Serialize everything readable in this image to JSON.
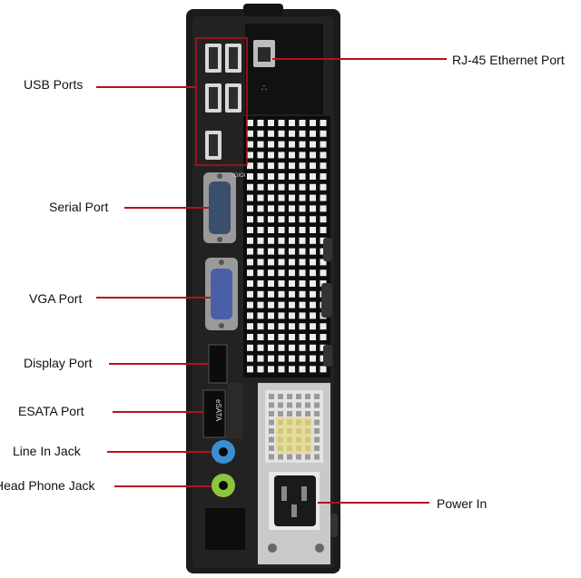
{
  "labels": {
    "usb": "USB Ports",
    "rj45": "RJ-45 Ethernet Port",
    "serial": "Serial Port",
    "vga": "VGA Port",
    "display": "Display Port",
    "esata": "ESATA Port",
    "line_in": "Line In Jack",
    "headphone": "Head Phone Jack",
    "power": "Power In"
  },
  "port_text": {
    "esata_vertical": "eSATA",
    "ioioi": "IOIOI"
  },
  "colors": {
    "leader": "#b5121b",
    "chassis": "#1b1b1b",
    "serial_port": "#3a4f6d",
    "vga_port": "#4a5fa8",
    "line_in_jack": "#3b8fd0",
    "headphone_jack": "#8cc63f",
    "psu": "#c9c9c9"
  }
}
